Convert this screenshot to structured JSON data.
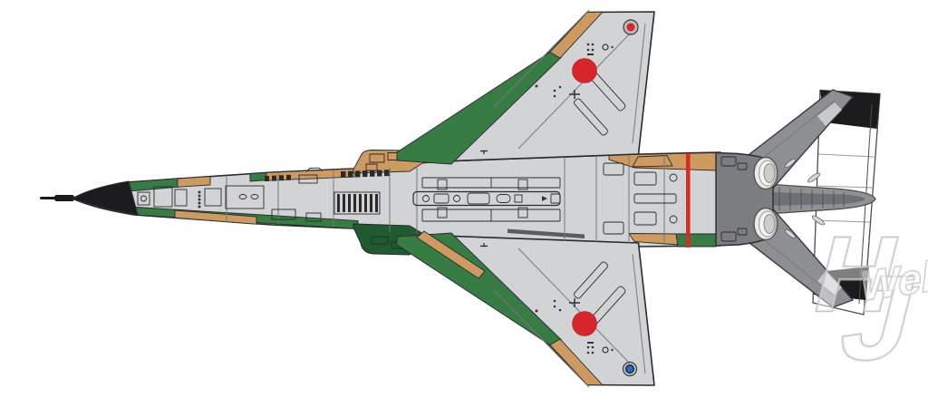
{
  "watermark": {
    "h": "H",
    "j": "J",
    "web": "Web"
  },
  "colors": {
    "bg": "#ffffff",
    "base_gray": "#d2d3d5",
    "outline": "#2a2b2d",
    "panel": "#77797c",
    "detail_dark": "#2b2b2b",
    "green": "#377b45",
    "dark_green": "#1f5b2e",
    "tan": "#cd9b62",
    "black": "#1c1c1e",
    "roundel_red": "#d6252b",
    "red_stripe": "#da2a22",
    "engine_gray": "#7b7d80",
    "stab_gray": "#8d8f92",
    "cone_gray": "#8f9194",
    "cone_core": "#6e7073",
    "nozzle_cream": "#edebe6",
    "nozzle_inner": "#f6f4f0",
    "nozzle_core": "#cfcdc8",
    "fin_white": "#ffffff",
    "band_black": "#1b1b1d",
    "light_patch": "#c7c9cb",
    "tip_blue": "#2f6ab0",
    "tip_blue_ring": "#1d3d6e",
    "tip_red_ring": "#b9babc",
    "watermark": "#b9b9b9"
  }
}
